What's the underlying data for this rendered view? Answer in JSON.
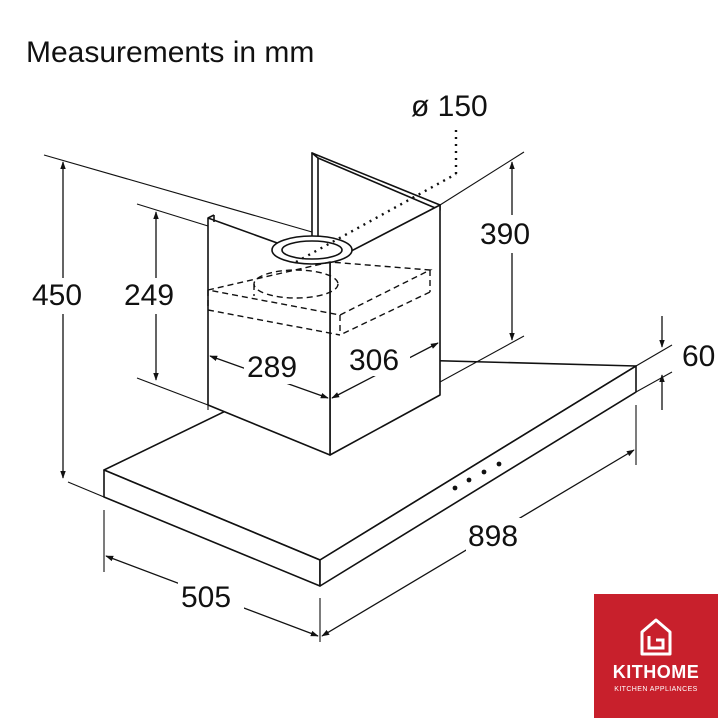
{
  "title": "Measurements in mm",
  "dimensions": {
    "duct_diameter": "ø 150",
    "chimney_upper": "390",
    "total_height": "450",
    "chimney_lower": "249",
    "chimney_width": "289",
    "chimney_depth": "306",
    "canopy_thickness": "60",
    "hood_width": "898",
    "hood_depth": "505"
  },
  "logo": {
    "name": "KITHOME",
    "tagline": "KITCHEN APPLIANCES",
    "color": "#c8202c"
  }
}
